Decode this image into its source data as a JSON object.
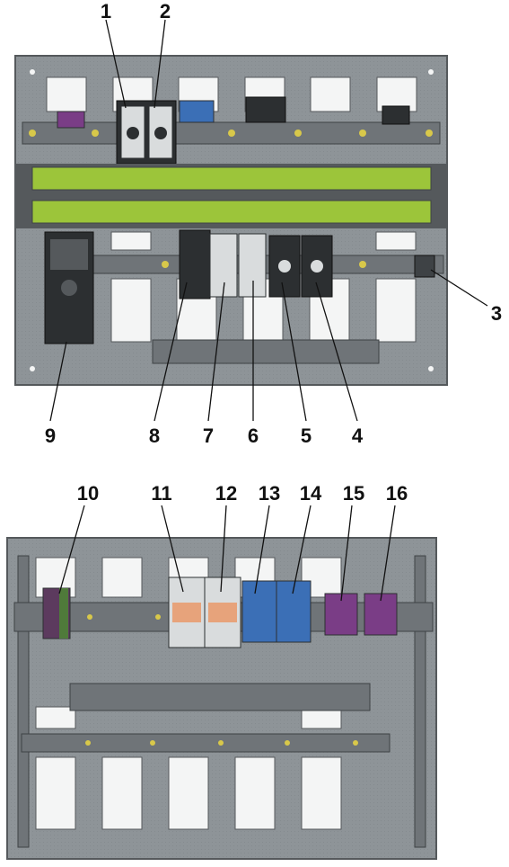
{
  "colors": {
    "paper": "#ffffff",
    "frame": "#8e9498",
    "frame_dark": "#55595c",
    "window": "#f4f5f5",
    "rail": "#6f7478",
    "bolt": "#d8c84a",
    "duct_green": "#9cc53a",
    "device_dark": "#2c2f31",
    "device_light": "#d9dcdd",
    "blue_module": "#3b6fb6",
    "purple_module": "#7a3d86",
    "orange_face": "#e7a37b",
    "leader": "#111111"
  },
  "top_panel": {
    "callouts": [
      "1",
      "2",
      "3",
      "4",
      "5",
      "6",
      "7",
      "8",
      "9"
    ]
  },
  "bottom_panel": {
    "callouts": [
      "10",
      "11",
      "12",
      "13",
      "14",
      "15",
      "16"
    ]
  }
}
